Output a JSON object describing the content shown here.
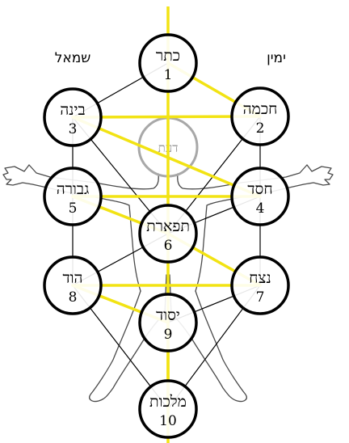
{
  "labels": {
    "left": "שמאל",
    "right": "ימין"
  },
  "daat": {
    "name": "דעת"
  },
  "sefirot": [
    {
      "id": 1,
      "name": "כתר",
      "number": "1"
    },
    {
      "id": 2,
      "name": "חכמה",
      "number": "2"
    },
    {
      "id": 3,
      "name": "בינה",
      "number": "3"
    },
    {
      "id": 4,
      "name": "חסד",
      "number": "4"
    },
    {
      "id": 5,
      "name": "גבורה",
      "number": "5"
    },
    {
      "id": 6,
      "name": "תפארת",
      "number": "6"
    },
    {
      "id": 7,
      "name": "נצח",
      "number": "7"
    },
    {
      "id": 8,
      "name": "הוד",
      "number": "8"
    },
    {
      "id": 9,
      "name": "יסוד",
      "number": "9"
    },
    {
      "id": 10,
      "name": "מלכות",
      "number": "10"
    }
  ],
  "paths": [
    [
      1,
      2
    ],
    [
      1,
      3
    ],
    [
      1,
      6
    ],
    [
      2,
      3
    ],
    [
      2,
      4
    ],
    [
      2,
      6
    ],
    [
      3,
      5
    ],
    [
      3,
      6
    ],
    [
      4,
      5
    ],
    [
      4,
      6
    ],
    [
      4,
      7
    ],
    [
      5,
      6
    ],
    [
      5,
      8
    ],
    [
      6,
      7
    ],
    [
      6,
      8
    ],
    [
      6,
      9
    ],
    [
      7,
      8
    ],
    [
      7,
      9
    ],
    [
      7,
      10
    ],
    [
      8,
      9
    ],
    [
      8,
      10
    ],
    [
      9,
      10
    ]
  ],
  "lightning_path": [
    1,
    2,
    3,
    4,
    5,
    6,
    7,
    8,
    9,
    10
  ],
  "colors": {
    "lightning": "#f2e313",
    "circle_stroke": "#000000",
    "daat_stroke": "#a8a8a8",
    "body_stroke": "#4a4a4a"
  }
}
